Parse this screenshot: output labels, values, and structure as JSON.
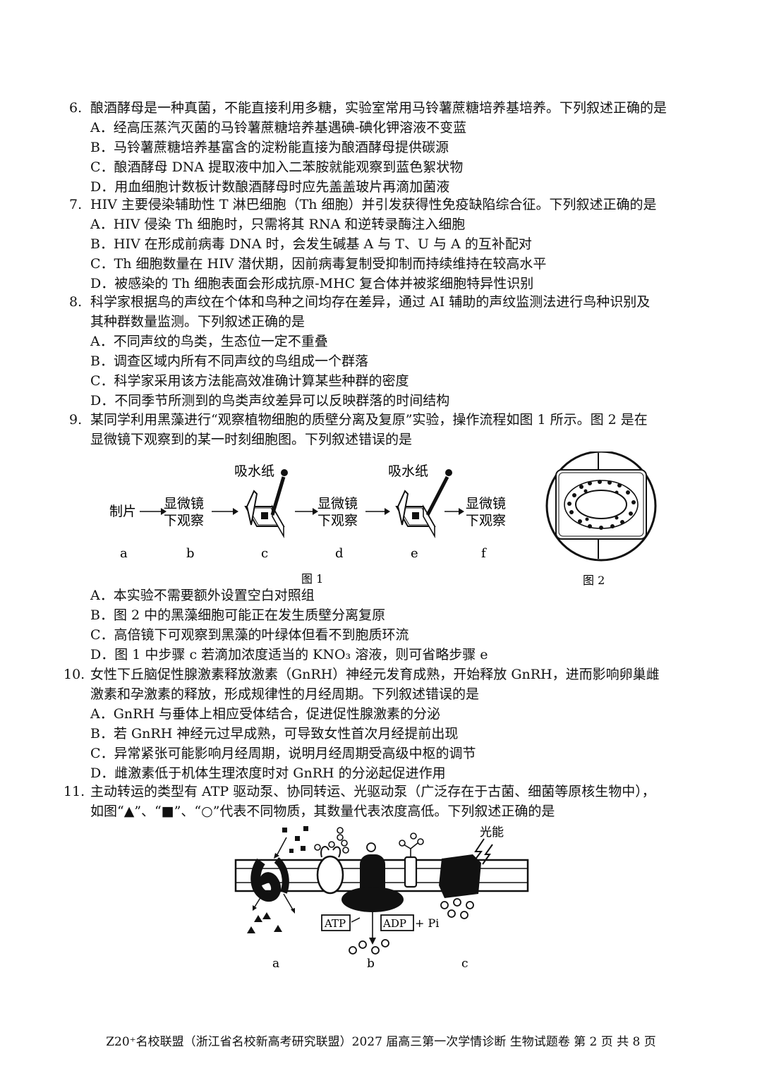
{
  "questions": [
    {
      "num": "6.",
      "stem": [
        "酿酒酵母是一种真菌，不能直接利用多糖，实验室常用马铃薯蔗糖培养基培养。下列叙述正确的是"
      ],
      "options": [
        "A．经高压蒸汽灭菌的马铃薯蔗糖培养基遇碘-碘化钾溶液不变蓝",
        "B．马铃薯蔗糖培养基富含的淀粉能直接为酿酒酵母提供碳源",
        "C．酿酒酵母 DNA 提取液中加入二苯胺就能观察到蓝色絮状物",
        "D．用血细胞计数板计数酿酒酵母时应先盖盖玻片再滴加菌液"
      ]
    },
    {
      "num": "7.",
      "stem": [
        "HIV 主要侵染辅助性 T 淋巴细胞（Th 细胞）并引发获得性免疫缺陷综合征。下列叙述正确的是"
      ],
      "options": [
        "A．HIV 侵染 Th 细胞时，只需将其 RNA 和逆转录酶注入细胞",
        "B．HIV 在形成前病毒 DNA 时，会发生碱基 A 与 T、U 与 A 的互补配对",
        "C．Th 细胞数量在 HIV 潜伏期，因前病毒复制受抑制而持续维持在较高水平",
        "D．被感染的 Th 细胞表面会形成抗原-MHC 复合体并被浆细胞特异性识别"
      ]
    },
    {
      "num": "8.",
      "stem": [
        "科学家根据鸟的声纹在个体和鸟种之间均存在差异，通过 AI 辅助的声纹监测法进行鸟种识别及",
        "其种群数量监测。下列叙述正确的是"
      ],
      "options": [
        "A．不同声纹的鸟类，生态位一定不重叠",
        "B．调查区域内所有不同声纹的鸟组成一个群落",
        "C．科学家采用该方法能高效准确计算某些种群的密度",
        "D．不同季节所测到的鸟类声纹差异可以反映群落的时间结构"
      ]
    },
    {
      "num": "9.",
      "stem": [
        "某同学利用黑藻进行“观察植物细胞的质壁分离及复原”实验，操作流程如图 1 所示。图 2 是在",
        "显微镜下观察到的某一时刻细胞图。下列叙述错误的是"
      ],
      "options": [
        "A．本实验不需要额外设置空白对照组",
        "B．图 2 中的黑藻细胞可能正在发生质壁分离复原",
        "C．高倍镜下可观察到黑藻的叶绿体但看不到胞质环流",
        "D．图 1 中步骤 c 若滴加浓度适当的 KNO₃ 溶液，则可省略步骤 e"
      ]
    },
    {
      "num": "10.",
      "stem": [
        "女性下丘脑促性腺激素释放激素（GnRH）神经元发育成熟，开始释放 GnRH，进而影响卵巢雌",
        "激素和孕激素的释放，形成规律性的月经周期。下列叙述错误的是"
      ],
      "options": [
        "A．GnRH 与垂体上相应受体结合，促进促性腺激素的分泌",
        "B．若 GnRH 神经元过早成熟，可导致女性首次月经提前出现",
        "C．异常紧张可能影响月经周期，说明月经周期受高级中枢的调节",
        "D．雌激素低于机体生理浓度时对 GnRH 的分泌起促进作用"
      ]
    },
    {
      "num": "11.",
      "stem": [
        "主动转运的类型有 ATP 驱动泵、协同转运、光驱动泵（广泛存在于古菌、细菌等原核生物中），",
        "如图“▲”、“■”、“○”代表不同物质，其数量代表浓度高低。下列叙述正确的是"
      ],
      "options": []
    }
  ],
  "fig1": {
    "blotting_paper": "吸水纸",
    "make_slide": "制片",
    "observe_line1": "显微镜",
    "observe_line2": "下观察",
    "steps": [
      "a",
      "b",
      "c",
      "d",
      "e",
      "f"
    ],
    "caption": "图 1"
  },
  "fig2": {
    "caption": "图 2"
  },
  "fig3": {
    "light": "光能",
    "atp": "ATP",
    "adp": "ADP",
    "pi": "+ Pi",
    "labels": [
      "a",
      "b",
      "c"
    ]
  },
  "footer": "Z20⁺名校联盟（浙江省名校新高考研究联盟）2027 届高三第一次学情诊断  生物试题卷  第 2 页 共 8 页"
}
